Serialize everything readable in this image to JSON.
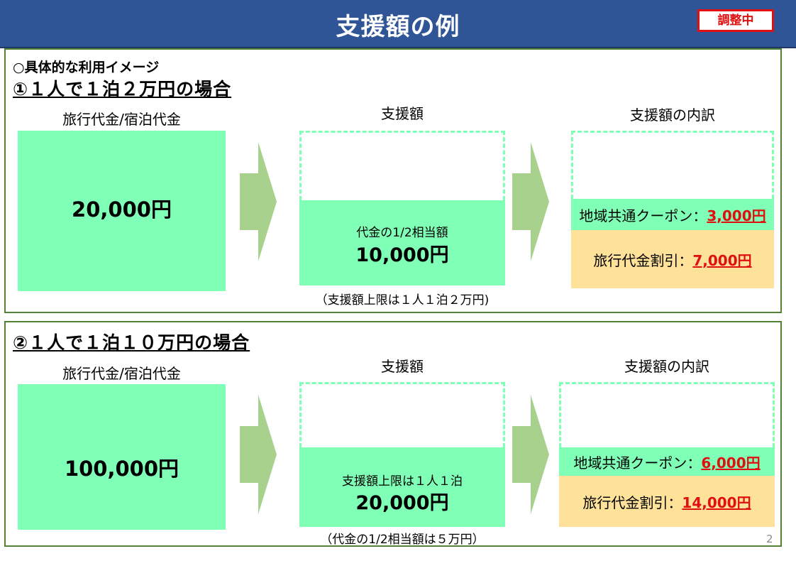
{
  "header": {
    "title": "支援額の例",
    "badge": "調整中"
  },
  "intro": "○具体的な利用イメージ",
  "case1": {
    "title": "①１人で１泊２万円の場合",
    "col1": "旅行代金/宿泊代金",
    "col2": "支援額",
    "col3": "支援額の内訳",
    "price": "20,000円",
    "support_sub": "代金の1/2相当額",
    "support_val": "10,000円",
    "note": "（支援額上限は１人１泊２万円)",
    "coupon_label": "地域共通クーポン：",
    "coupon_val": "3,000円",
    "discount_label": "旅行代金割引：",
    "discount_val": "7,000円"
  },
  "case2": {
    "title": "②１人で１泊１０万円の場合",
    "col1": "旅行代金/宿泊代金",
    "col2": "支援額",
    "col3": "支援額の内訳",
    "price": "100,000円",
    "support_sub": "支援額上限は１人１泊",
    "support_val": "20,000円",
    "note": "（代金の1/2相当額は５万円）",
    "coupon_label": "地域共通クーポン：",
    "coupon_val": "6,000円",
    "discount_label": "旅行代金割引：",
    "discount_val": "14,000円"
  },
  "page_number": "2",
  "colors": {
    "header": "#2f5597",
    "green": "#80ffb6",
    "beige": "#ffe29a",
    "red": "#e01010",
    "arrow": "#a9d18e",
    "border": "#548235"
  }
}
